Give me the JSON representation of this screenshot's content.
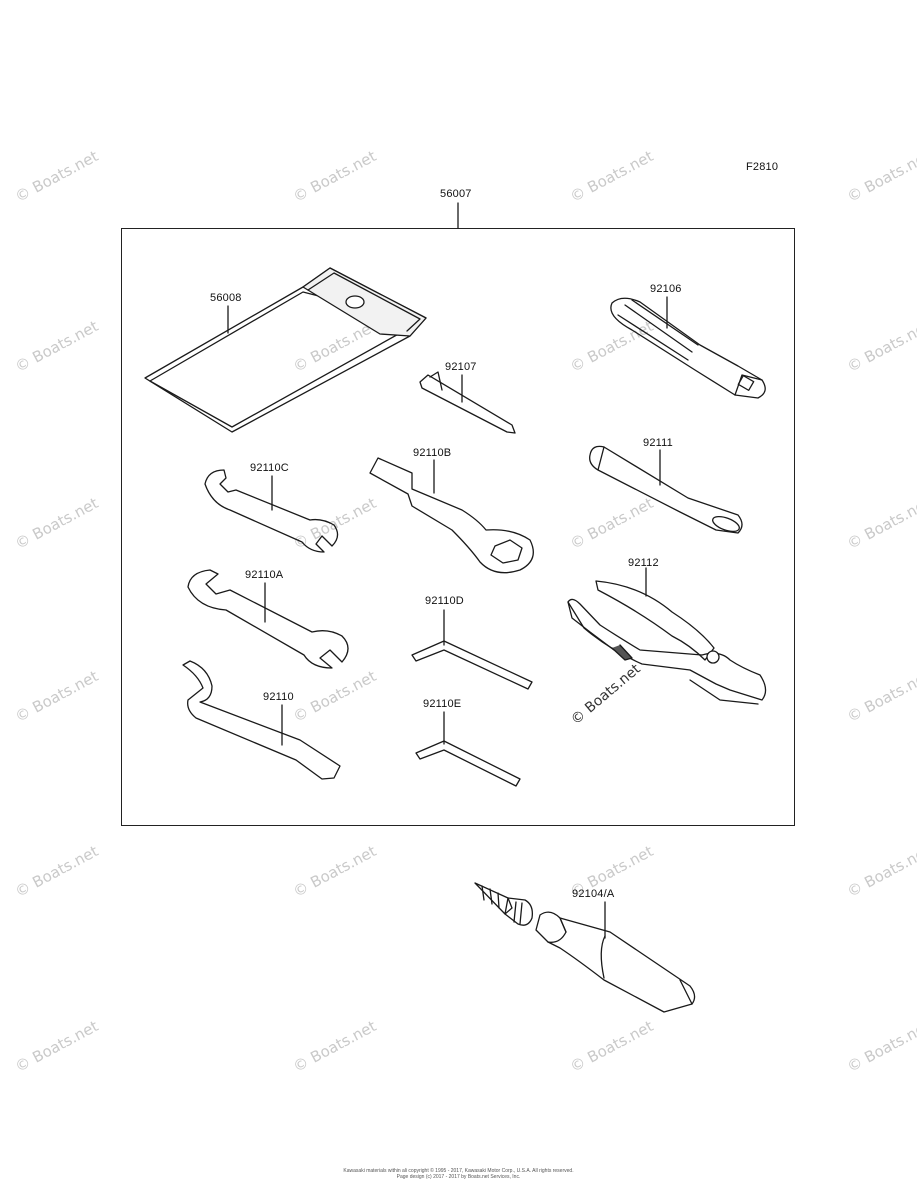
{
  "figure_code": "F2810",
  "assembly_number": "56007",
  "parts": [
    {
      "part_number": "56008",
      "item": "tool-pouch"
    },
    {
      "part_number": "92106",
      "item": "screwdriver-handle"
    },
    {
      "part_number": "92107",
      "item": "screwdriver-bit"
    },
    {
      "part_number": "92110C",
      "item": "open-end-wrench-small"
    },
    {
      "part_number": "92110B",
      "item": "ring-wrench"
    },
    {
      "part_number": "92111",
      "item": "extension-bar"
    },
    {
      "part_number": "92110A",
      "item": "open-end-wrench-large"
    },
    {
      "part_number": "92110D",
      "item": "hex-key-large"
    },
    {
      "part_number": "92112",
      "item": "pliers"
    },
    {
      "part_number": "92110",
      "item": "hook-spanner"
    },
    {
      "part_number": "92110E",
      "item": "hex-key-small"
    },
    {
      "part_number": "92104/A",
      "item": "grease-tube"
    }
  ],
  "watermark": "© Boats.net",
  "footer_line1": "Kawasaki materials within ali copyright © 1995 - 2017, Kawasaki Motor Corp., U.S.A. All rights reserved.",
  "footer_line2": "Page design (c) 2017 - 2017 by Boats.net Services, Inc."
}
